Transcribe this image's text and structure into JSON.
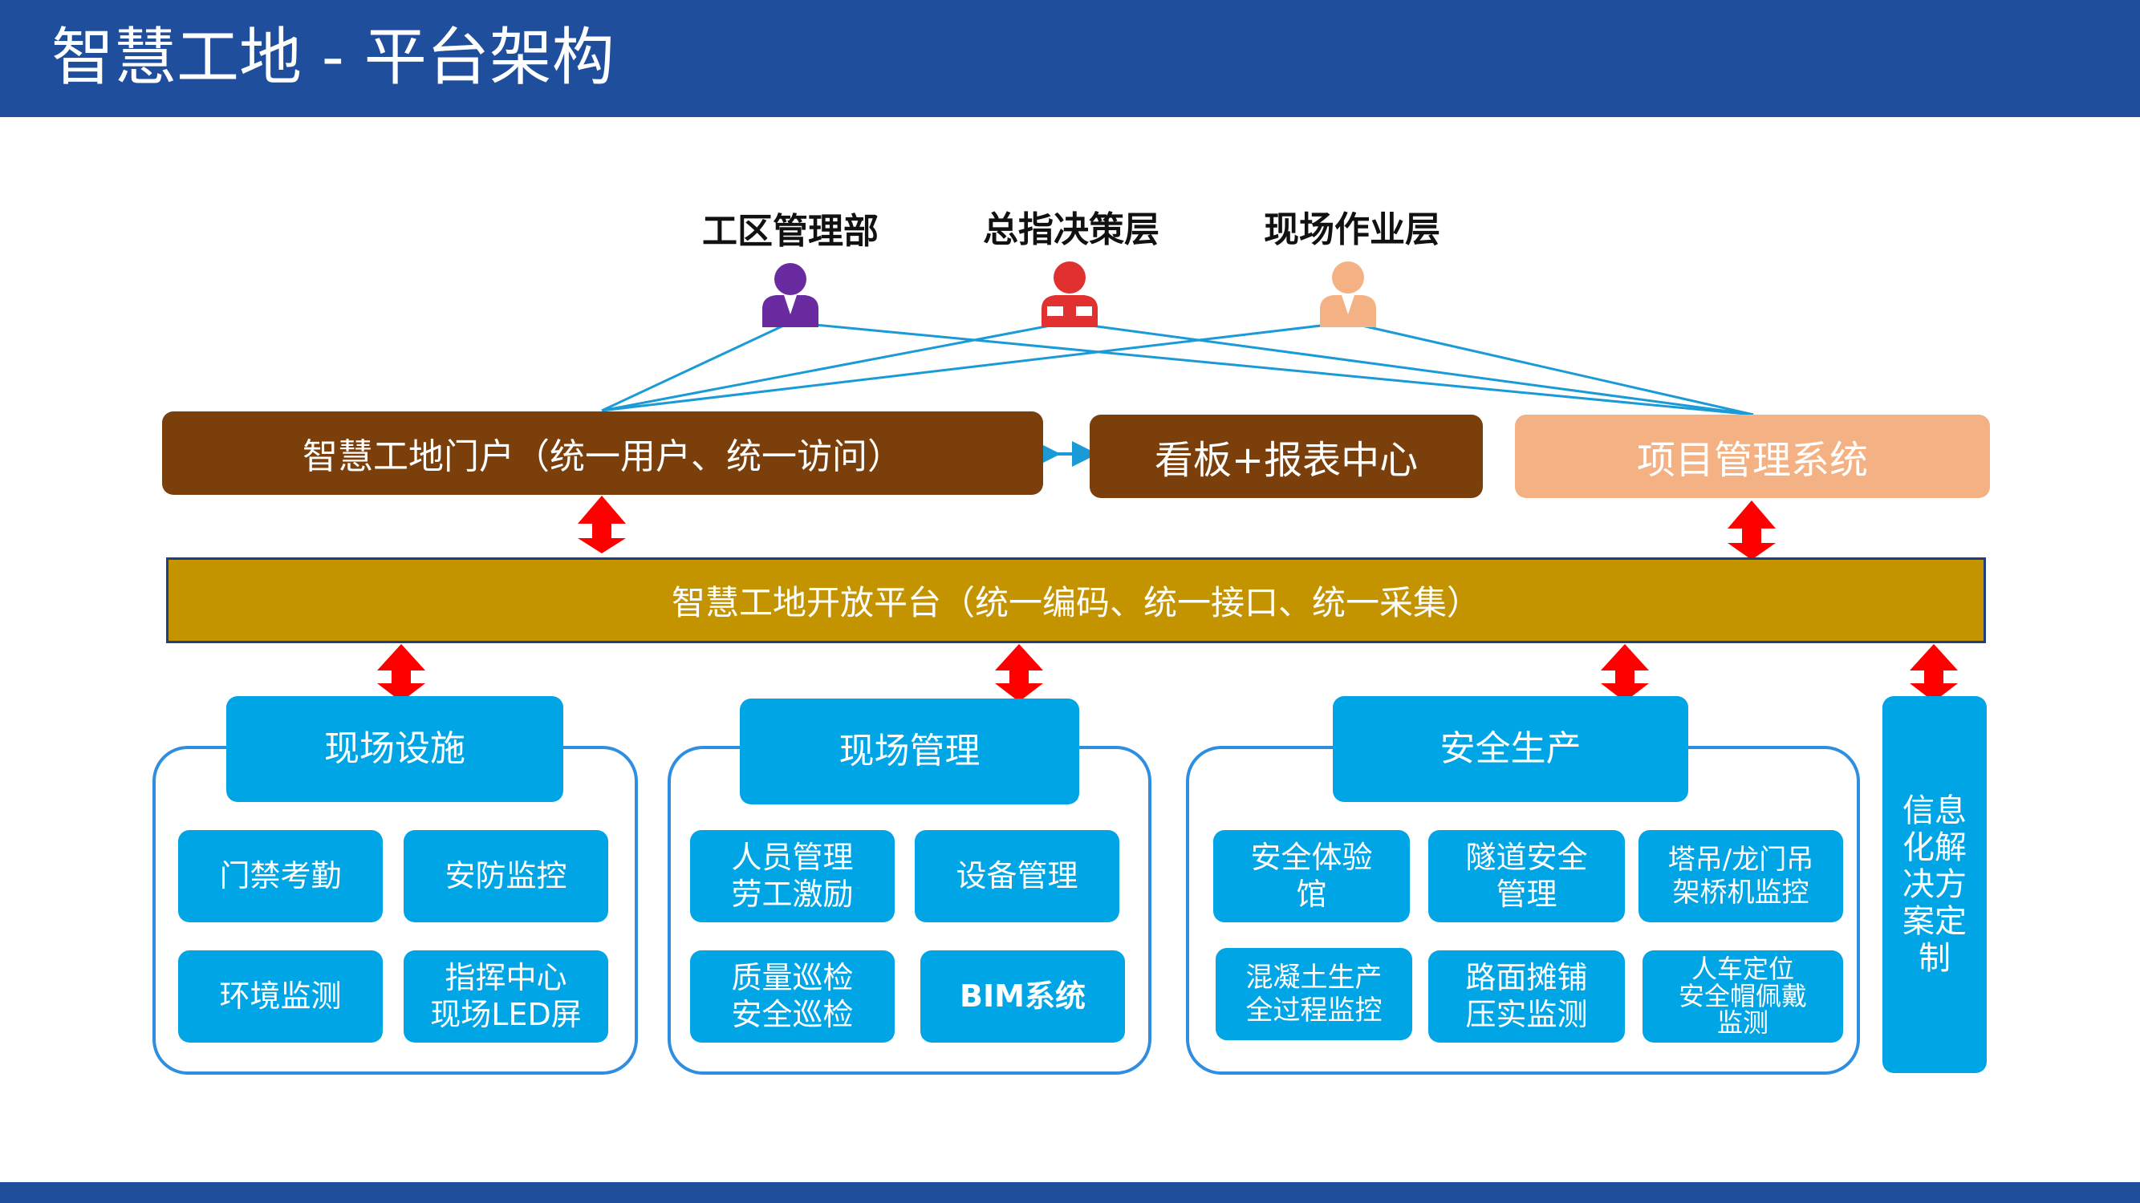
{
  "header": {
    "title": "智慧工地 - 平台架构",
    "color": "#1f4e9c"
  },
  "roles": [
    {
      "label": "工区管理部",
      "icon": "user-icon",
      "color": "#6a2aa0"
    },
    {
      "label": "总指决策层",
      "icon": "user-icon",
      "color": "#e03030"
    },
    {
      "label": "现场作业层",
      "icon": "user-icon",
      "color": "#f4b183"
    }
  ],
  "top_layer": {
    "portal": "智慧工地门户（统一用户、统一访问）",
    "dashboard": "看板+报表中心",
    "project": "项目管理系统"
  },
  "platform": "智慧工地开放平台（统一编码、统一接口、统一采集）",
  "groups": [
    {
      "title": "现场设施",
      "items": [
        "门禁考勤",
        "安防监控",
        "环境监测",
        "指挥中心\n现场LED屏"
      ]
    },
    {
      "title": "现场管理",
      "items": [
        "人员管理\n劳工激励",
        "设备管理",
        "质量巡检\n安全巡检",
        "BIM系统"
      ]
    },
    {
      "title": "安全生产",
      "items": [
        "安全体验\n馆",
        "隧道安全\n管理",
        "塔吊/龙门吊\n架桥机监控",
        "混凝土生产\n全过程监控",
        "路面摊铺\n压实监测",
        "人车定位\n安全帽佩戴\n监测"
      ]
    }
  ],
  "side_box": "信息\n化解\n决方\n案定\n制",
  "colors": {
    "brown": "#7b3f0c",
    "peach": "#f4b183",
    "gold": "#c39400",
    "cyan": "#00a5e6",
    "group_border": "#2e8fe0",
    "arrow": "#ff0000",
    "connector": "#1a9bd7"
  }
}
